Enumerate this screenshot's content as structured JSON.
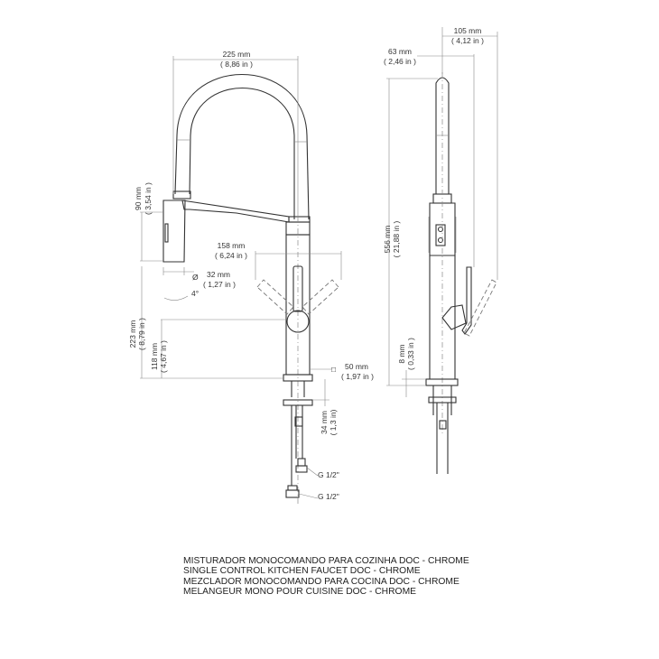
{
  "front_view": {
    "width": {
      "mm": "225 mm",
      "in": "( 8,86 in )"
    },
    "spray_height": {
      "mm": "90 mm",
      "in": "( 3,54 in )"
    },
    "reach": {
      "mm": "158 mm",
      "in": "( 6,24 in )"
    },
    "spray_diameter": {
      "symbol": "Ø",
      "mm": "32 mm",
      "in": "( 1,27 in )"
    },
    "angle": "4°",
    "spout_height": {
      "mm": "223 mm",
      "in": "( 8,79 in )"
    },
    "handle_height": {
      "mm": "118 mm",
      "in": "( 4,67 in )"
    },
    "body_square": {
      "symbol": "□",
      "mm": "50 mm",
      "in": "( 1,97 in )"
    },
    "max_deck": {
      "mm": "34 mm",
      "in": "( 1,3 in)"
    },
    "connection_1": "G 1/2\"",
    "connection_2": "G 1/2\""
  },
  "side_view": {
    "depth_total": {
      "mm": "105 mm",
      "in": "( 4,12 in )"
    },
    "depth_spout": {
      "mm": "63 mm",
      "in": "( 2,46 in )"
    },
    "height": {
      "mm": "556 mm",
      "in": "( 21,88 in )"
    },
    "base": {
      "mm": "8 mm",
      "in": "( 0,33 in )"
    }
  },
  "title_block": [
    "MISTURADOR MONOCOMANDO PARA COZINHA DOC - CHROME",
    "SINGLE CONTROL KITCHEN FAUCET DOC - CHROME",
    "MEZCLADOR MONOCOMANDO PARA COCINA DOC - CHROME",
    "MELANGEUR MONO POUR CUISINE DOC - CHROME"
  ]
}
